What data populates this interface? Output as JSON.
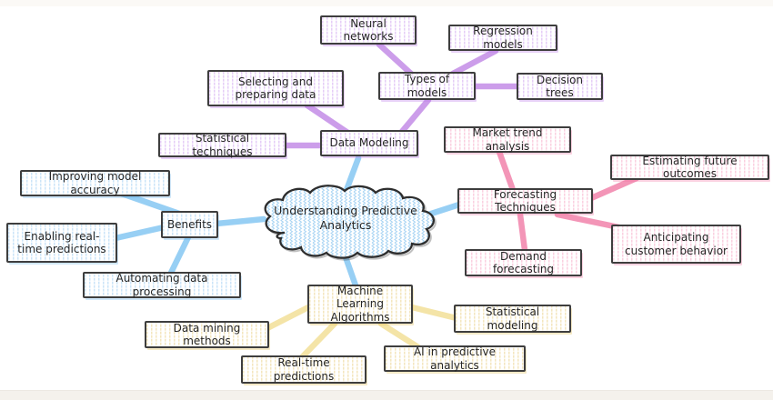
{
  "palette": {
    "purple_line": "#c895e8",
    "pink_line": "#f28cb1",
    "blue_line": "#8ecbf3",
    "yellow_line": "#f3e2a0",
    "box_border": "#3e3e3e",
    "text": "#262626",
    "bottom_strip": "#f4f1ec"
  },
  "mindmap": {
    "center": {
      "label": "Understanding Predictive Analytics",
      "shape": "cloud",
      "color": "blue"
    },
    "branches": [
      {
        "label": "Data Modeling",
        "color": "purple",
        "children": [
          {
            "label": "Types of models",
            "children": [
              {
                "label": "Neural networks"
              },
              {
                "label": "Regression models"
              },
              {
                "label": "Decision trees"
              }
            ]
          },
          {
            "label": "Selecting and preparing data"
          },
          {
            "label": "Statistical techniques"
          }
        ]
      },
      {
        "label": "Forecasting Techniques",
        "color": "pink",
        "children": [
          {
            "label": "Market trend analysis"
          },
          {
            "label": "Estimating future outcomes"
          },
          {
            "label": "Anticipating customer behavior"
          },
          {
            "label": "Demand forecasting"
          }
        ]
      },
      {
        "label": "Benefits",
        "color": "blue",
        "children": [
          {
            "label": "Improving model accuracy"
          },
          {
            "label": "Enabling real-time predictions"
          },
          {
            "label": "Automating data processing"
          }
        ]
      },
      {
        "label": "Machine Learning Algorithms",
        "color": "yellow",
        "children": [
          {
            "label": "Data mining methods"
          },
          {
            "label": "Real-time predictions"
          },
          {
            "label": "AI in predictive analytics"
          },
          {
            "label": "Statistical modeling"
          }
        ]
      }
    ]
  }
}
